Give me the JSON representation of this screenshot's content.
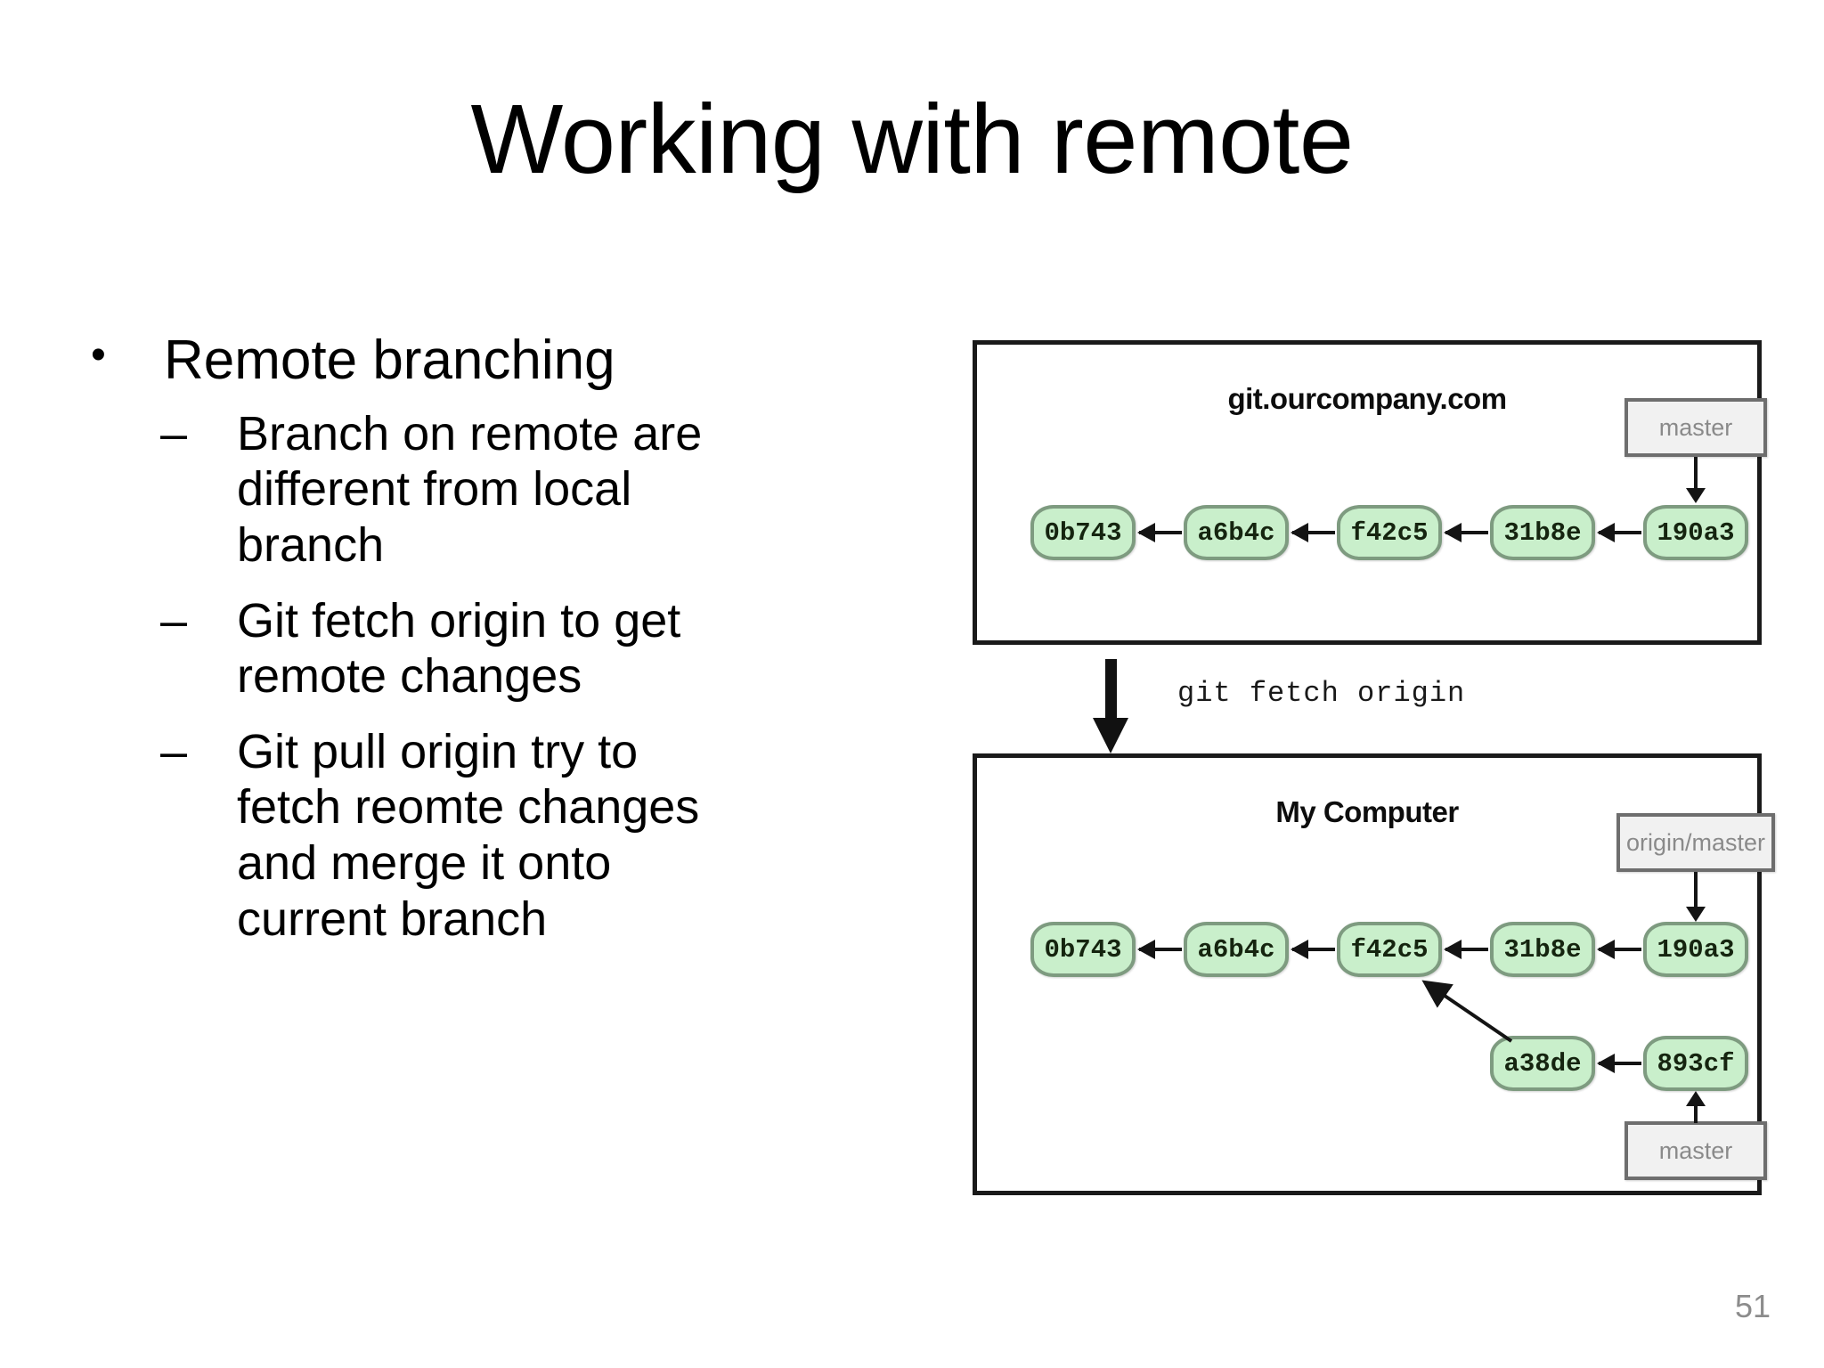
{
  "slide": {
    "title": "Working with remote",
    "page_number": "51"
  },
  "bullets": {
    "level1_marker": "•",
    "level2_marker": "–",
    "items": [
      {
        "level": 1,
        "text": "Remote branching"
      },
      {
        "level": 2,
        "text": "Branch on remote are different from local branch"
      },
      {
        "level": 2,
        "text": "Git fetch origin to get remote changes"
      },
      {
        "level": 2,
        "text": "Git pull origin try to fetch reomte changes and merge it onto current branch"
      }
    ]
  },
  "figure": {
    "transition_label": "git fetch origin",
    "remote_panel": {
      "title": "git.ourcompany.com",
      "commits": [
        "0b743",
        "a6b4c",
        "f42c5",
        "31b8e",
        "190a3"
      ],
      "branch_labels": [
        {
          "name": "master",
          "points_to": "190a3"
        }
      ]
    },
    "local_panel": {
      "title": "My Computer",
      "commits_main": [
        "0b743",
        "a6b4c",
        "f42c5",
        "31b8e",
        "190a3"
      ],
      "commits_branch": [
        "a38de",
        "893cf"
      ],
      "branch_labels": [
        {
          "name": "origin/master",
          "points_to": "190a3"
        },
        {
          "name": "master",
          "points_to": "893cf"
        }
      ]
    },
    "colors": {
      "commit_fill": "#c9efcb",
      "commit_border": "#7e9b80",
      "label_fill": "#f1f1f1",
      "label_border": "#6e6e6e",
      "panel_border": "#1a1a1a",
      "arrow": "#141414"
    }
  }
}
